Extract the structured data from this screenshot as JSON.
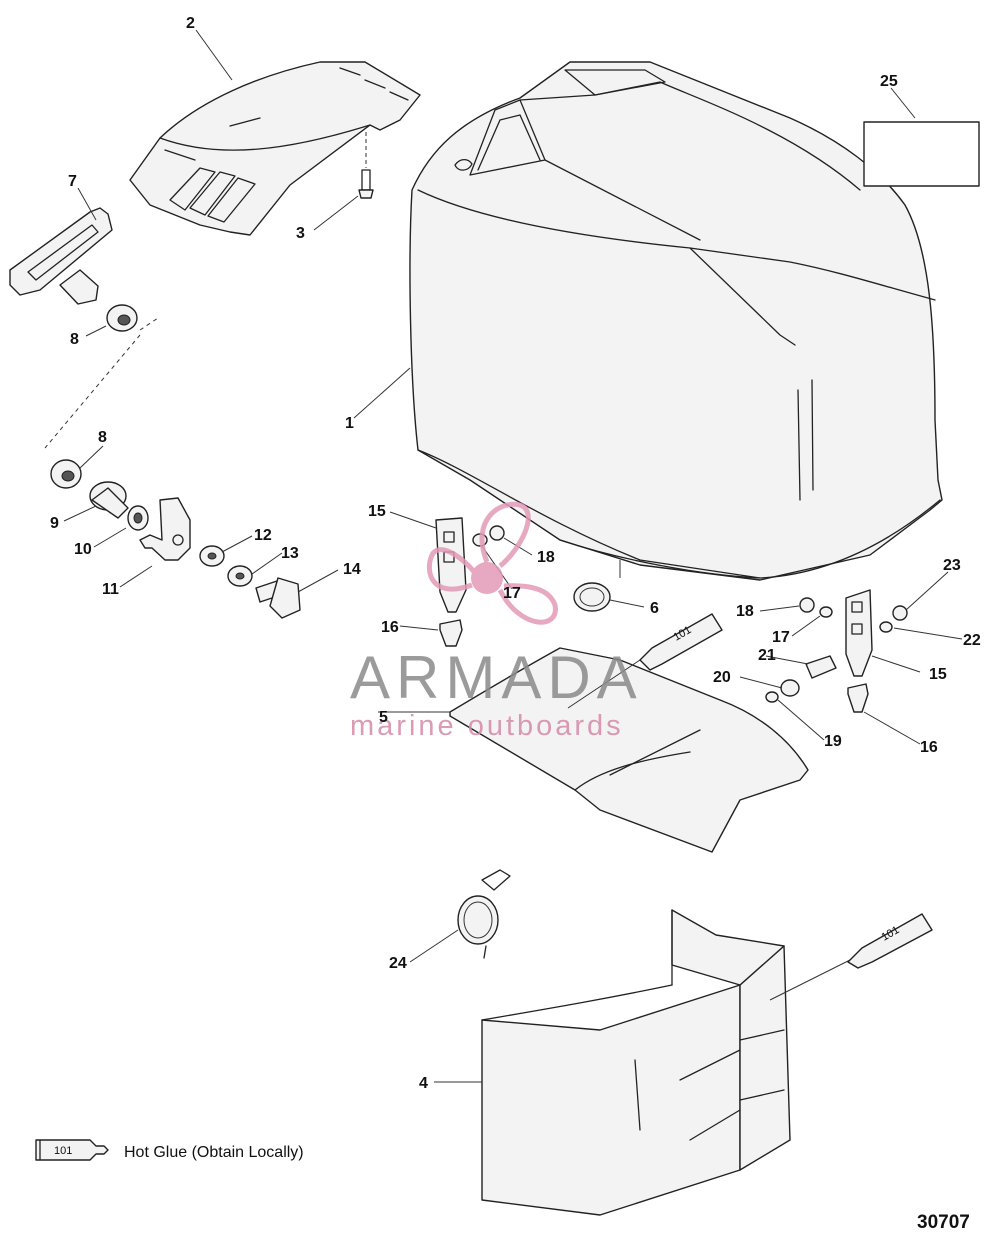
{
  "callouts": {
    "c1": "1",
    "c2": "2",
    "c3": "3",
    "c4": "4",
    "c5": "5",
    "c6": "6",
    "c7": "7",
    "c8a": "8",
    "c8b": "8",
    "c9": "9",
    "c10": "10",
    "c11": "11",
    "c12": "12",
    "c13": "13",
    "c14": "14",
    "c15a": "15",
    "c15b": "15",
    "c16a": "16",
    "c16b": "16",
    "c17a": "17",
    "c17b": "17",
    "c18a": "18",
    "c18b": "18",
    "c19": "19",
    "c20": "20",
    "c21": "21",
    "c22": "22",
    "c23": "23",
    "c24": "24",
    "c25": "25"
  },
  "tube_label": "101",
  "legend": {
    "tube_label": "101",
    "text": "Hot Glue (Obtain Locally)"
  },
  "watermark": {
    "brand": "ARMADA",
    "tagline": "marine outboards"
  },
  "figure_number": "30707"
}
